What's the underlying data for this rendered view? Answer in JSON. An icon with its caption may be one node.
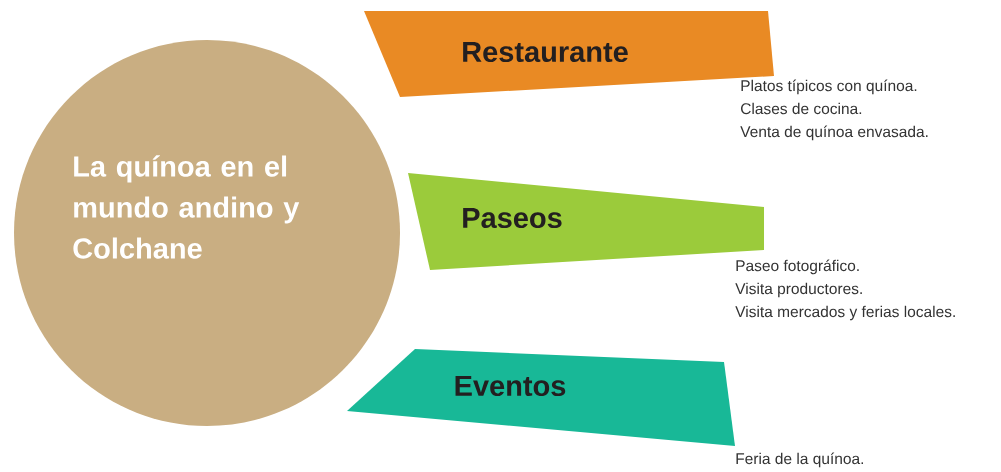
{
  "diagram": {
    "nodes": [
      {
        "text": [
          "La quínoa en el mundo andino y Colchane"
        ]
      },
      {
        "text": [
          "Restaurante"
        ],
        "beside": [
          "Platos típicos con quínoa.",
          "Clases de cocina.",
          "Venta de quínoa envasada."
        ]
      },
      {
        "text": [
          "Paseos"
        ],
        "beside": [
          "Paseo fotográfico.",
          "Visita productores.",
          "Visita mercados y ferias locales."
        ]
      },
      {
        "text": [
          "Eventos"
        ],
        "beside": [
          "Feria de la quínoa."
        ]
      }
    ]
  }
}
